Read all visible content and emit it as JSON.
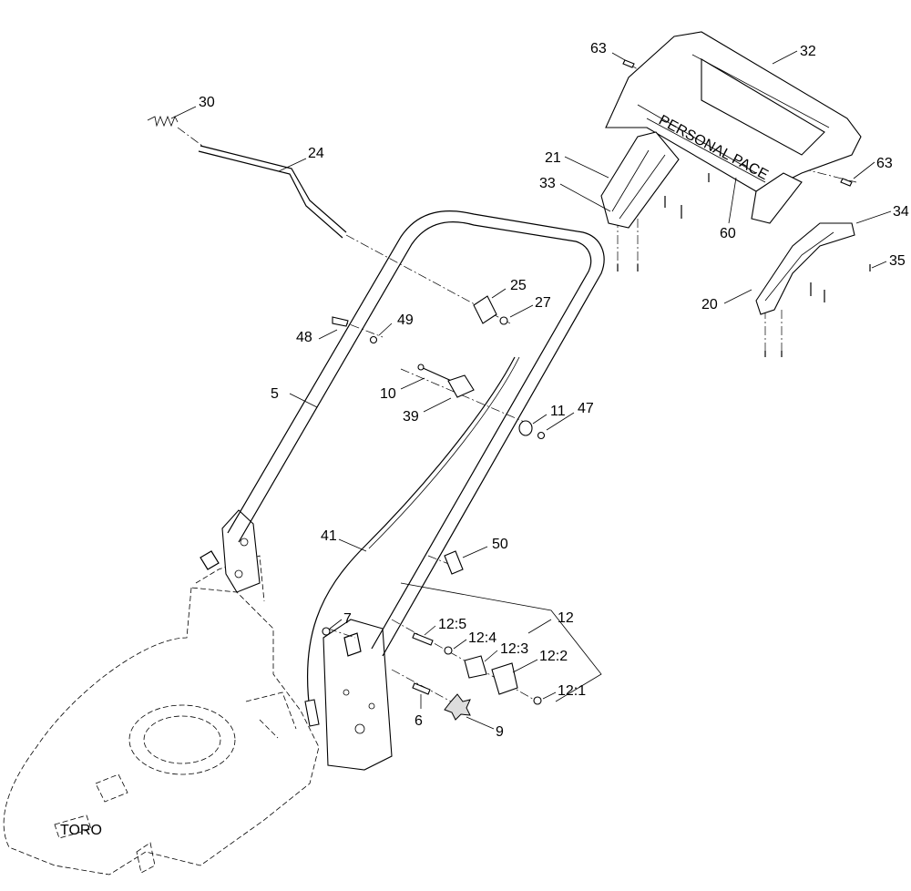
{
  "diagram": {
    "callouts": {
      "c30": "30",
      "c24": "24",
      "c25": "25",
      "c27": "27",
      "c48": "48",
      "c49": "49",
      "c5": "5",
      "c10": "10",
      "c39": "39",
      "c11": "11",
      "c47": "47",
      "c41": "41",
      "c50": "50",
      "c12": "12",
      "c7": "7",
      "c12_5": "12:5",
      "c12_4": "12:4",
      "c12_3": "12:3",
      "c12_2": "12:2",
      "c12_1": "12:1",
      "c6": "6",
      "c9": "9",
      "c63a": "63",
      "c32": "32",
      "c21": "21",
      "c33": "33",
      "c60": "60",
      "c63b": "63",
      "c34": "34",
      "c35": "35",
      "c20": "20"
    },
    "bar_lettering": "PERSONAL PACE",
    "deck_logo": "TORO"
  }
}
